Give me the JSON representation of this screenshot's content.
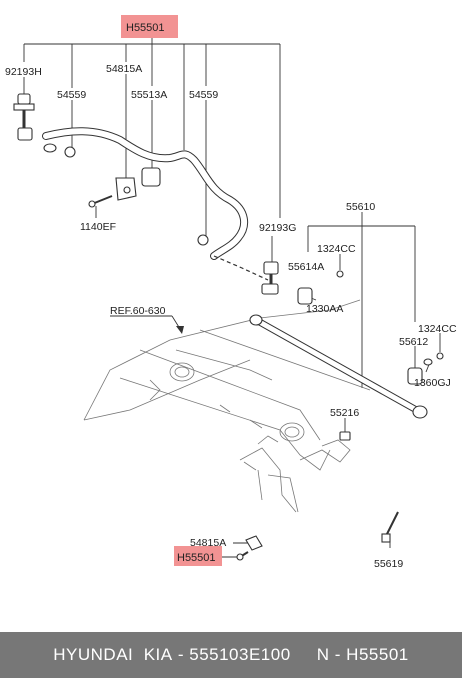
{
  "diagram": {
    "highlight_color": "#f08080",
    "part_numbers": {
      "h55501_top": "H55501",
      "h55501_bottom": "H55501",
      "p92193h": "92193H",
      "p54559_left": "54559",
      "p54815a_top": "54815A",
      "p55513a": "55513A",
      "p54559_right": "54559",
      "p1140ef": "1140EF",
      "p92193g": "92193G",
      "p55610": "55610",
      "p1324cc_top": "1324CC",
      "p55614a": "55614A",
      "p1330aa": "1330AA",
      "ref": "REF.60-630",
      "p1324cc_right": "1324CC",
      "p55612": "55612",
      "p1360gj": "1360GJ",
      "p55216": "55216",
      "p54815a_bottom": "54815A",
      "p55619": "55619"
    }
  },
  "footer": {
    "brand": "HYUNDAI  KIA",
    "separator": " - ",
    "oem_number": "555103E100",
    "gap": "     ",
    "cross_ref": "N - H55501",
    "background": "#777777"
  }
}
